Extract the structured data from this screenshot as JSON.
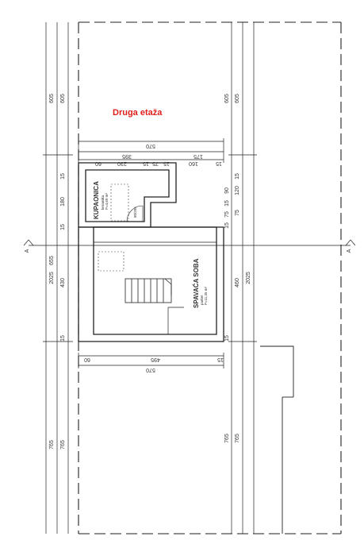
{
  "title": "Druga etaža",
  "section_markers": {
    "left": "A",
    "right": "A"
  },
  "rooms": {
    "bathroom": {
      "name": "KUPAONICA",
      "floor": "keramika",
      "area": "P=4,69 m²",
      "door": "80/205"
    },
    "bedroom": {
      "name": "SPAVAĆA SOBA",
      "floor": "parket",
      "area": "P=11,35 m²"
    }
  },
  "dimensions": {
    "left_outer": {
      "d605": "605",
      "d2025": "2025",
      "d765": "765"
    },
    "left_inner": {
      "d605": "605",
      "d15a": "15",
      "d180": "180",
      "d15b": "15",
      "d655": "655",
      "d430": "430",
      "d15c": "15",
      "d765": "765"
    },
    "right_inner": {
      "d605": "605",
      "d15a": "15",
      "d120": "120",
      "d90": "90",
      "d15b": "15",
      "d75a": "75",
      "d15c": "15",
      "d75b": "75",
      "d460": "460",
      "d15d": "15",
      "d765": "765"
    },
    "right_outer": {
      "d605": "605",
      "d2025": "2025",
      "d765": "765"
    },
    "top": {
      "d570": "570",
      "d395": "395",
      "d175": "175",
      "d60": "60",
      "d230": "230",
      "d15a": "15",
      "d75": "75",
      "d15b": "15",
      "d160": "160",
      "d15c": "15"
    },
    "bottom": {
      "d60": "60",
      "d495": "495",
      "d15": "15",
      "d570": "570"
    }
  }
}
